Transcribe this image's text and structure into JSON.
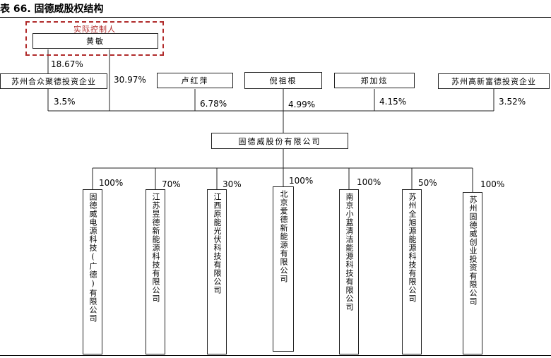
{
  "title": "表 66. 固德威股权结构",
  "controller_label": "实际控制人",
  "controller": "黄敏",
  "shareholders": [
    {
      "name": "苏州合众聚德投资企业",
      "pct": "3.5%"
    },
    {
      "name": "卢红萍",
      "pct": "6.78%"
    },
    {
      "name": "倪祖根",
      "pct": "4.99%"
    },
    {
      "name": "郑加炫",
      "pct": "4.15%"
    },
    {
      "name": "苏州高新富德投资企业",
      "pct": "3.52%"
    }
  ],
  "controller_pct_to_hezhong": "18.67%",
  "controller_pct_direct": "30.97%",
  "company": "固德威股份有限公司",
  "subsidiaries": [
    {
      "name": "固德威电源科技(广德)有限公司",
      "pct": "100%"
    },
    {
      "name": "江苏昱德新能源科技有限公司",
      "pct": "70%"
    },
    {
      "name": "江西原能光伏科技有限公司",
      "pct": "30%"
    },
    {
      "name": "北京爱德新能源有限公司",
      "pct": "100%"
    },
    {
      "name": "南京小蓝清洁能源科技有限公司",
      "pct": "100%"
    },
    {
      "name": "苏州全旭源能源科技有限公司",
      "pct": "50%"
    },
    {
      "name": "苏州固德威创业投资有限公司",
      "pct": "100%"
    }
  ]
}
